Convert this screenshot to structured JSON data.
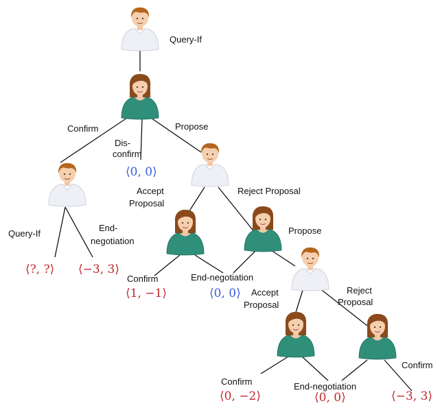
{
  "colors": {
    "payoff_red": "#c1272d",
    "payoff_blue": "#3b5bdb",
    "man_shirt": "#eef0f6",
    "woman_shirt": "#2f8f7a",
    "hair_man": "#b5651d",
    "hair_woman": "#8a4a1c"
  },
  "icons": {
    "male_agent": "man-avatar-icon",
    "female_agent": "woman-avatar-icon"
  },
  "labels": {
    "root_query_if": "Query-If",
    "confirm": "Confirm",
    "disconfirm_1": "Dis-",
    "disconfirm_2": "confirm",
    "propose": "Propose",
    "query_if_2": "Query-If",
    "end_neg_1": "End-",
    "end_neg_2": "negotiation",
    "accept_1": "Accept",
    "accept_2": "Proposal",
    "reject": "Reject Proposal",
    "confirm_2": "Confirm",
    "end_negotiation": "End-negotiation",
    "propose_2": "Propose",
    "accept_b1": "Accept",
    "accept_b2": "Proposal",
    "reject_b1": "Reject",
    "reject_b2": "Proposal",
    "confirm_3": "Confirm",
    "end_negotiation_2": "End-negotiation",
    "confirm_4": "Confirm"
  },
  "payoffs": {
    "disconfirm": "⟨0, 0⟩",
    "query_if": "⟨?, ?⟩",
    "end_negotiation_a": "⟨−3, 3⟩",
    "confirm_a": "⟨1, −1⟩",
    "end_negotiation_b": "⟨0, 0⟩",
    "confirm_b": "⟨0, −2⟩",
    "end_negotiation_c": "⟨0, 0⟩",
    "confirm_c": "⟨−3, 3⟩"
  }
}
